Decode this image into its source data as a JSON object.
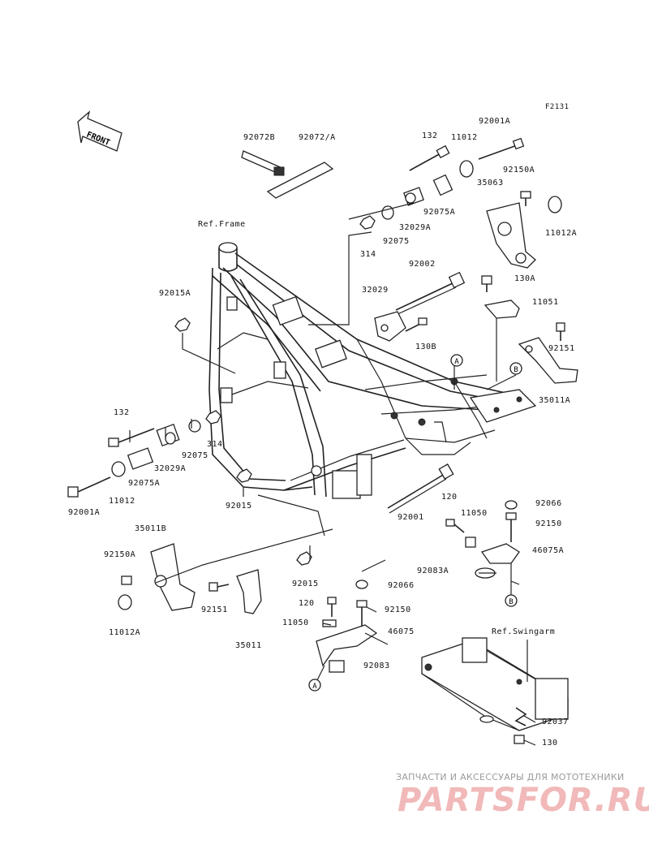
{
  "figure_id": "F2131",
  "front_label": "FRONT",
  "watermark": {
    "line1": "ЗАПЧАСТИ И АКСЕССУАРЫ ДЛЯ МОТОТЕХНИКИ",
    "line2": "PARTSFOR.RU"
  },
  "callouts": {
    "a1": "A",
    "a2": "A",
    "b1": "B",
    "b2": "B"
  },
  "labels": {
    "p92072b": "92072B",
    "p92072a": "92072/A",
    "ref_frame": "Ref.Frame",
    "p132_top": "132",
    "p11012_top": "11012",
    "p92001a_top": "92001A",
    "p92150a_top": "92150A",
    "p35063": "35063",
    "p11012a_top": "11012A",
    "p92075a_top": "92075A",
    "p32029a_top": "32029A",
    "p92075_top": "92075",
    "p314_top": "314",
    "p92002": "92002",
    "p130a": "130A",
    "p32029": "32029",
    "p11051": "11051",
    "p130b": "130B",
    "p92015a": "92015A",
    "p92151_r": "92151",
    "p35011a": "35011A",
    "p132_left": "132",
    "p92075_left": "92075",
    "p314_left": "314",
    "p32029a_left": "32029A",
    "p92075a_left": "92075A",
    "p11012_left": "11012",
    "p92001a_left": "92001A",
    "p92015": "92015",
    "p92001": "92001",
    "p120_r": "120",
    "p11050_r": "11050",
    "p92066_r": "92066",
    "p92150_r": "92150",
    "p46075a": "46075A",
    "p92083a": "92083A",
    "p35011b": "35011B",
    "p92150a_left": "92150A",
    "p11012a_left": "11012A",
    "p92151_l": "92151",
    "p35011": "35011",
    "p92015_b": "92015",
    "p92066_b": "92066",
    "p120_b": "120",
    "p92150_b": "92150",
    "p11050_b": "11050",
    "p46075": "46075",
    "p92083": "92083",
    "ref_swingarm": "Ref.Swingarm",
    "p92037": "92037",
    "p130": "130"
  }
}
